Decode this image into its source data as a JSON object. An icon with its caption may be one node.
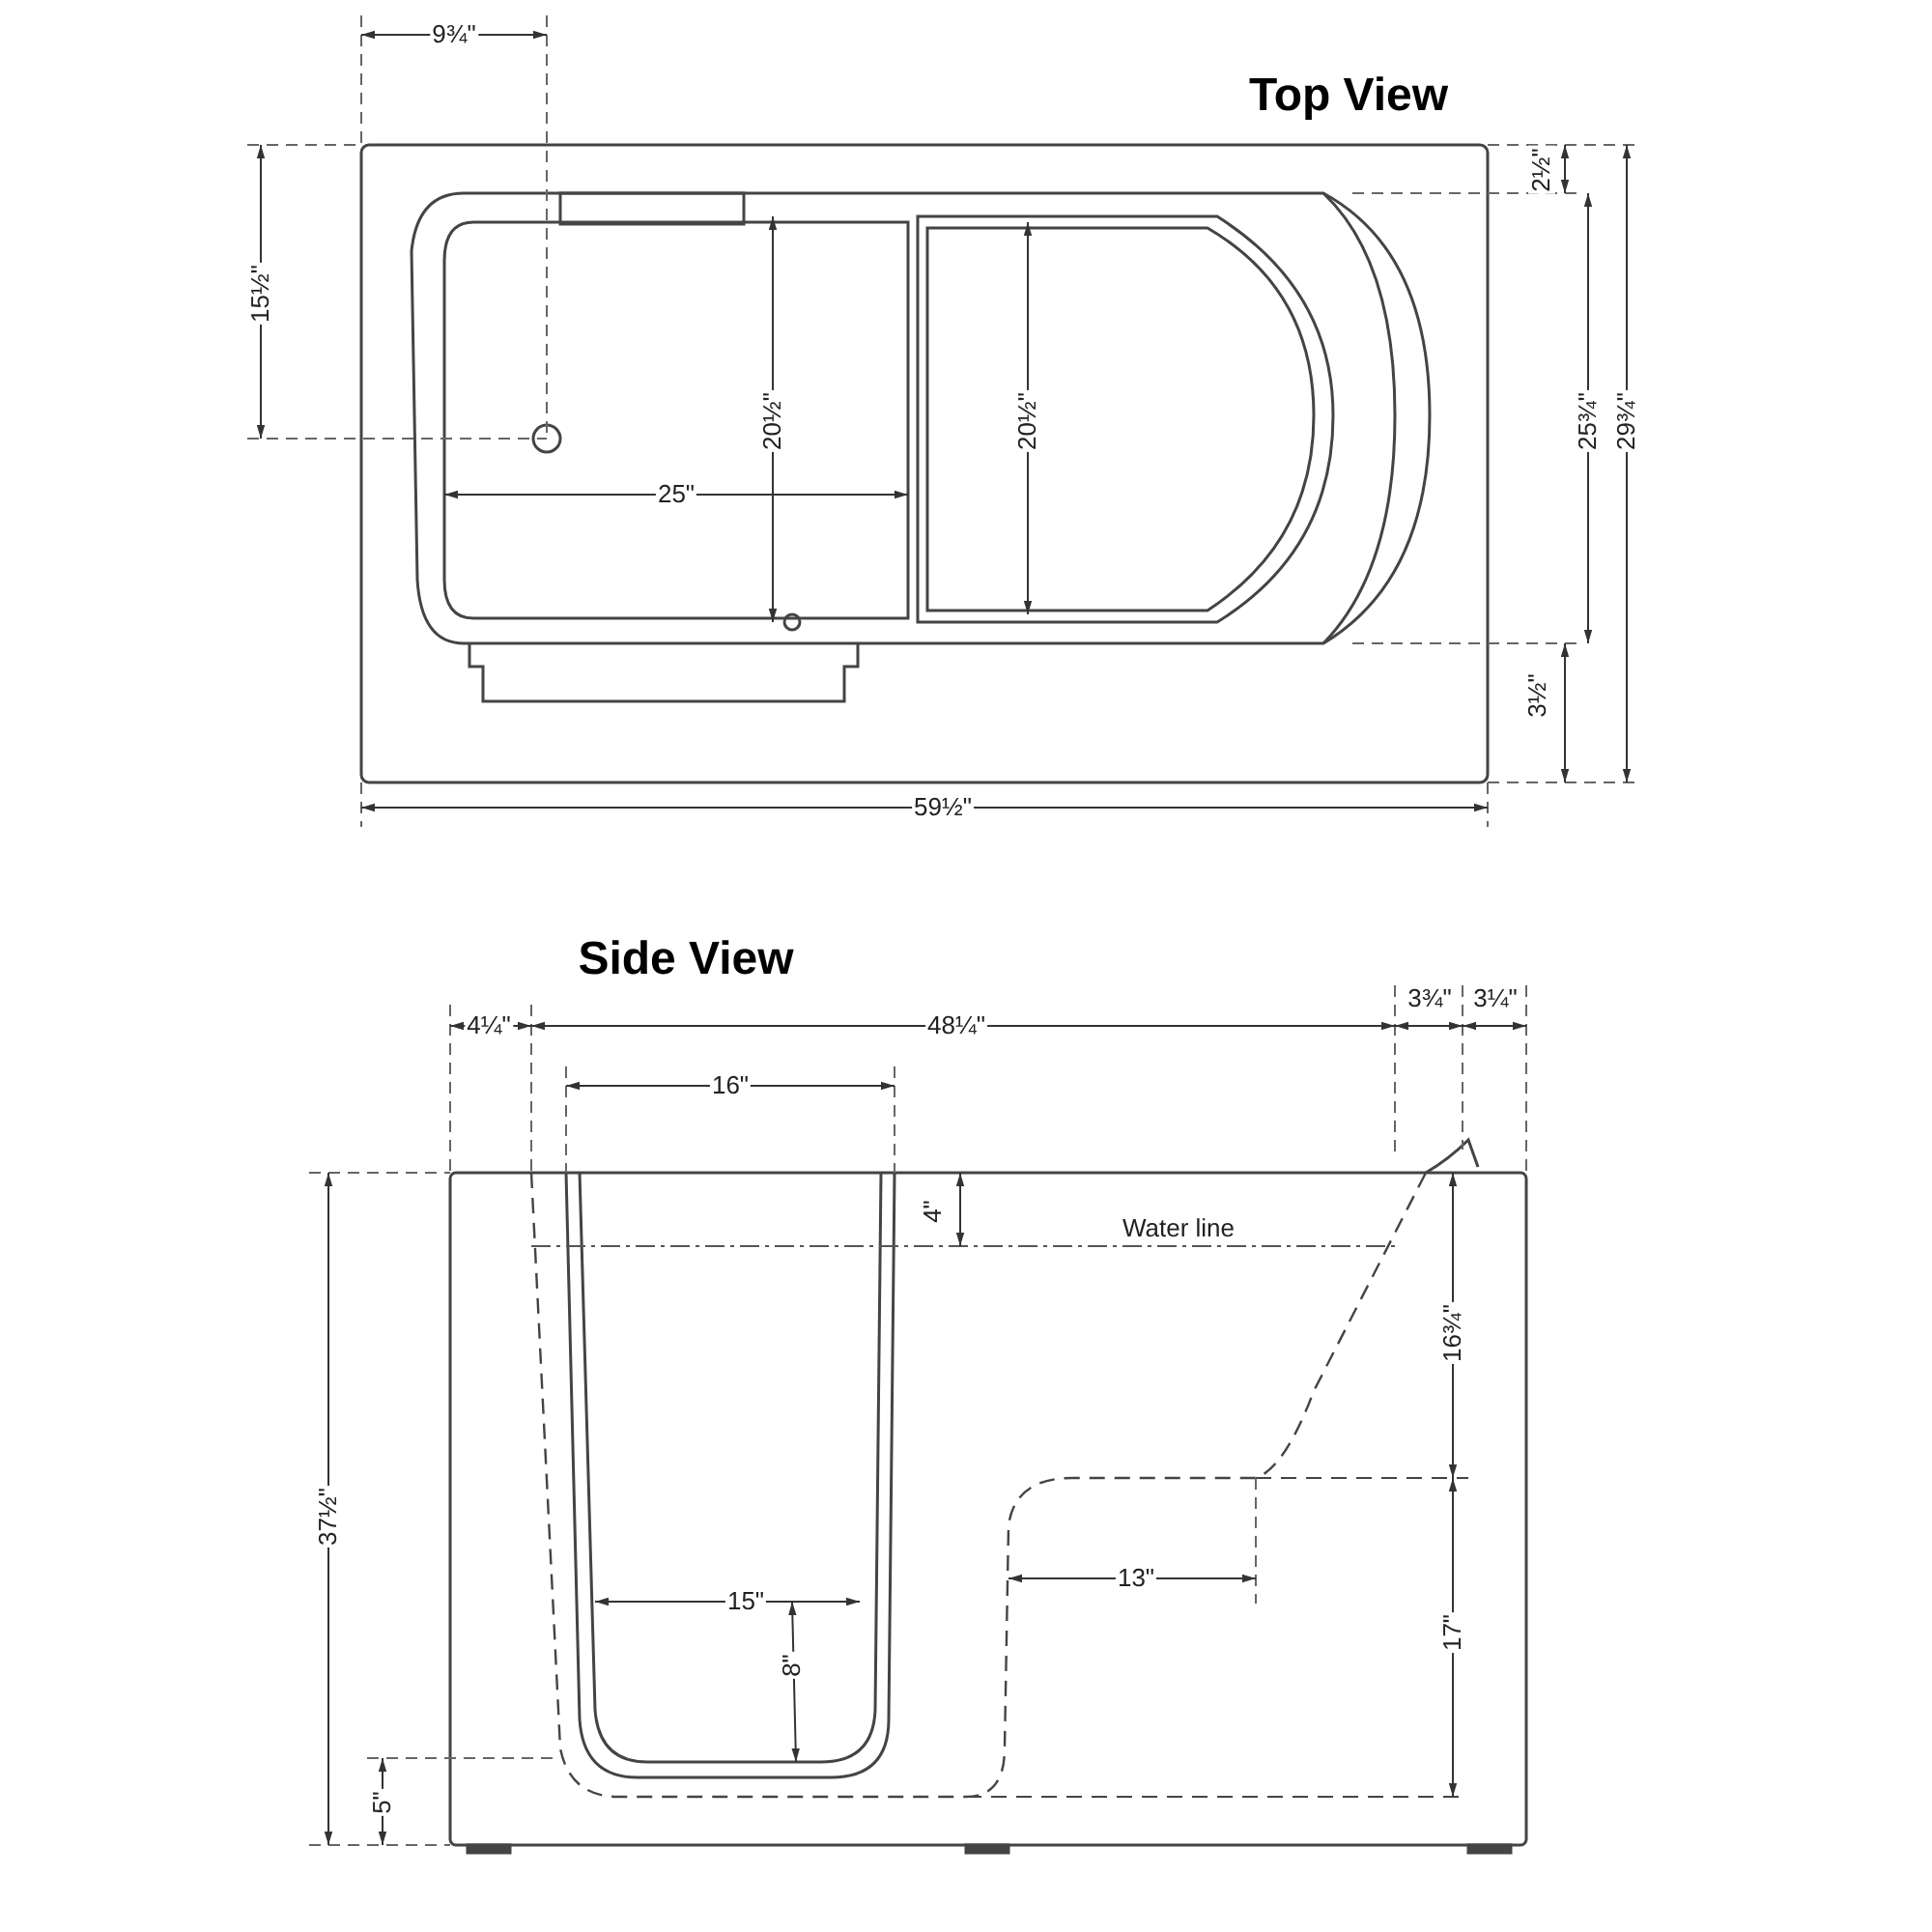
{
  "diagram": {
    "labels": [
      "Top View",
      "9¾\"",
      "15½\"",
      "2½\"",
      "20½\"",
      "20½\"",
      "25¾\"",
      "29¾\"",
      "25\"",
      "3½\"",
      "59½\"",
      "Side View",
      "4¼\"",
      "48¼\"",
      "3¾\"",
      "3¼\"",
      "16\"",
      "4\"",
      "Water line",
      "16¾\"",
      "37½\"",
      "13\"",
      "15\"",
      "8\"",
      "17\"",
      "5\""
    ]
  }
}
